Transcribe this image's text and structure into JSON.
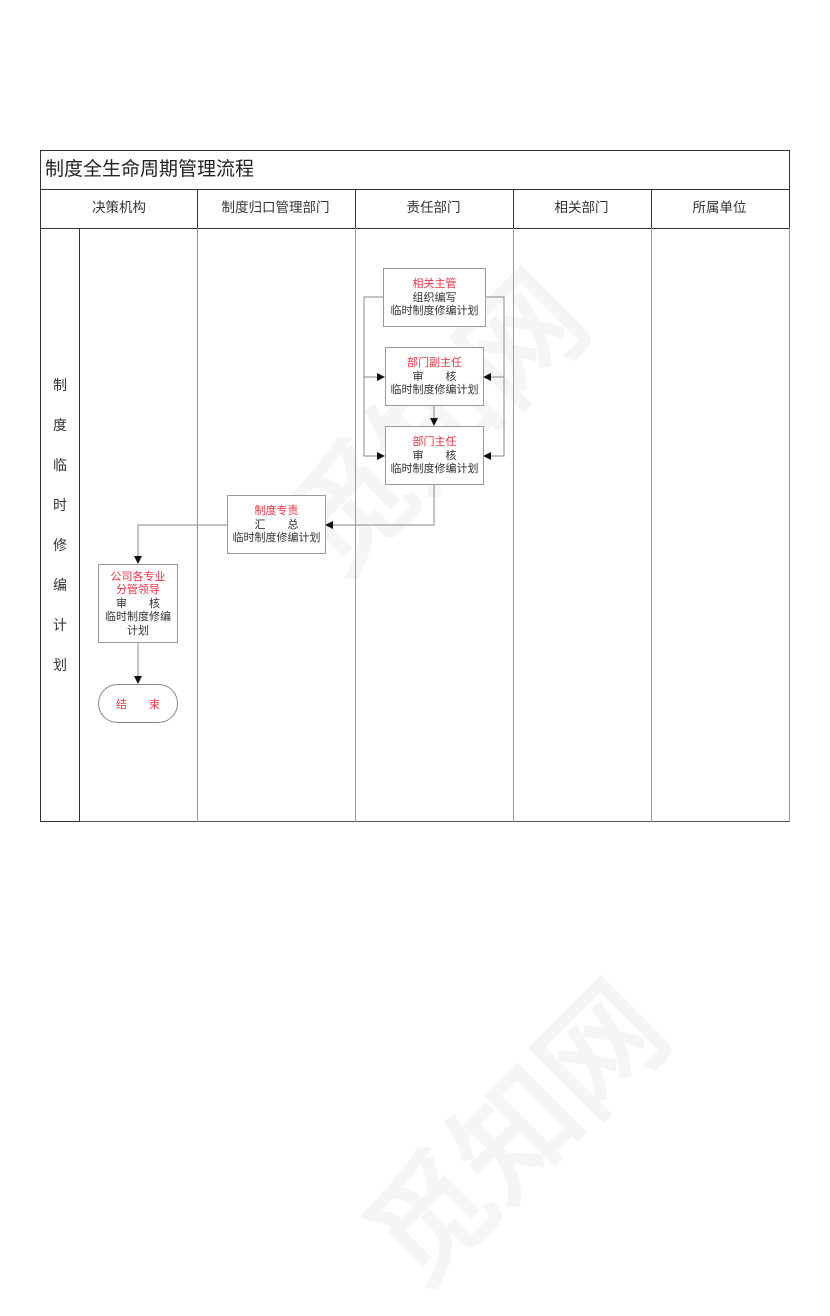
{
  "document": {
    "title": "制度全生命周期管理流程"
  },
  "columns": [
    {
      "label": "决策机构"
    },
    {
      "label": "制度归口管理部门"
    },
    {
      "label": "责任部门"
    },
    {
      "label": "相关部门"
    },
    {
      "label": "所属单位"
    }
  ],
  "lane": {
    "label_chars": [
      "制",
      "度",
      "临",
      "时",
      "修",
      "编",
      "计",
      "划"
    ]
  },
  "nodes": {
    "n1": {
      "role": "相关主管",
      "line1": "组织编写",
      "line2": "临时制度修编计划",
      "column": "责任部门"
    },
    "n2": {
      "role": "部门副主任",
      "line1": "审　　核",
      "line2": "临时制度修编计划",
      "column": "责任部门"
    },
    "n3": {
      "role": "部门主任",
      "line1": "审　　核",
      "line2": "临时制度修编计划",
      "column": "责任部门"
    },
    "n4": {
      "role": "制度专责",
      "line1": "汇　　总",
      "line2": "临时制度修编计划",
      "column": "制度归口管理部门"
    },
    "n5": {
      "role_line1": "公司各专业",
      "role_line2": "分管领导",
      "line1": "审　　核",
      "line2": "临时制度修编",
      "line3": "计划",
      "column": "决策机构"
    },
    "end": {
      "label": "结　　束",
      "column": "决策机构"
    }
  },
  "edges": [
    {
      "from": "n1",
      "to": "n2",
      "route": "left-bypass"
    },
    {
      "from": "n1",
      "to": "n2",
      "route": "right-bypass"
    },
    {
      "from": "n2",
      "to": "n3",
      "route": "direct"
    },
    {
      "from": "n1",
      "to": "n3",
      "route": "left-bypass"
    },
    {
      "from": "n1",
      "to": "n3",
      "route": "right-bypass"
    },
    {
      "from": "n3",
      "to": "n4"
    },
    {
      "from": "n4",
      "to": "n5"
    },
    {
      "from": "n5",
      "to": "end"
    }
  ],
  "colors": {
    "role_text": "#ee3344",
    "border": "#333333",
    "lane_divider": "#999999"
  }
}
